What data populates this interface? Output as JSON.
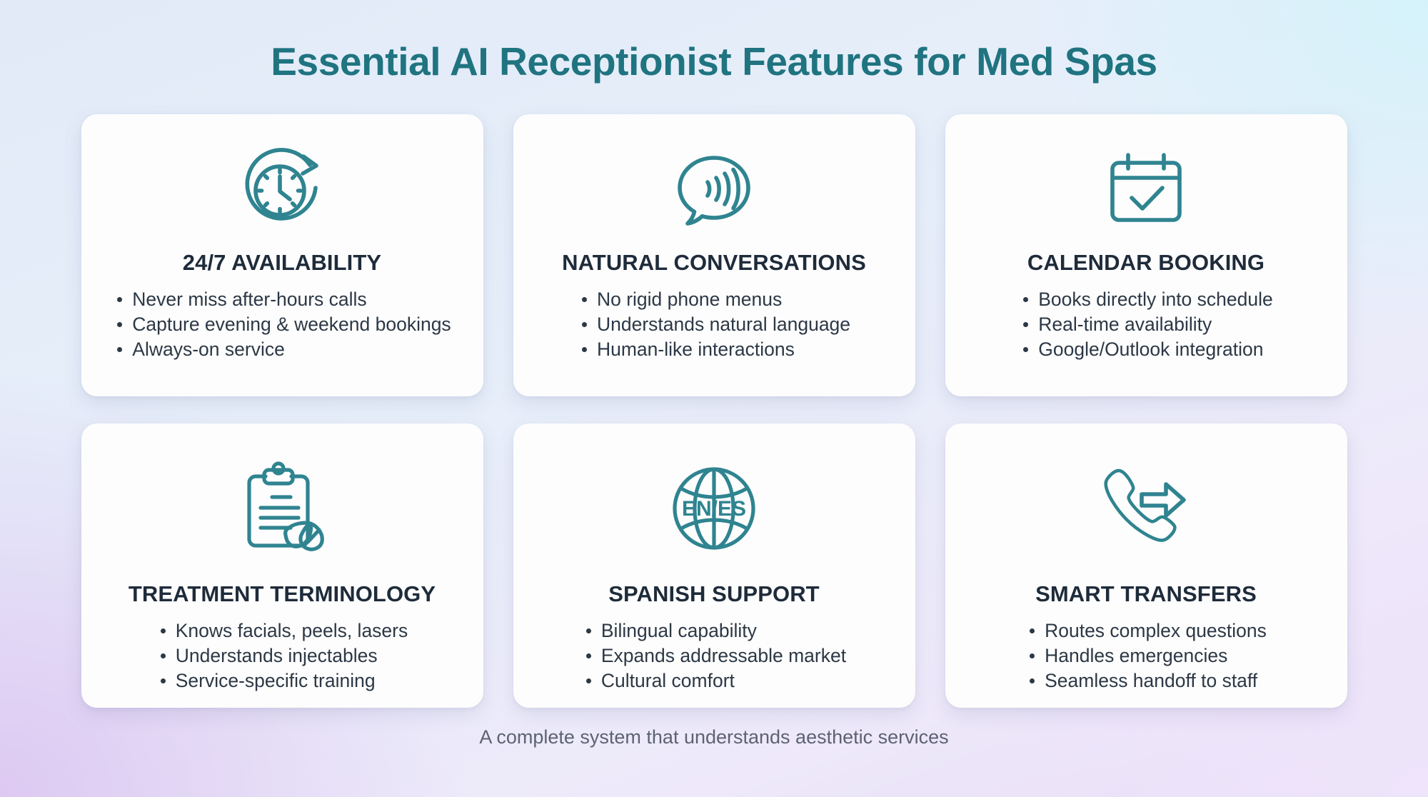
{
  "header": {
    "title": "Essential AI Receptionist Features for Med Spas",
    "title_color": "#1f7480"
  },
  "footer": {
    "text": "A complete system that understands aesthetic services"
  },
  "theme": {
    "icon_color": "#2f8490",
    "card_background": "#fdfdfd",
    "card_title_color": "#1e2b3a",
    "bullet_text_color": "#2c3845",
    "background_top_left": "#e2eaf8",
    "background_top_right": "#d5f2fa",
    "background_bottom_left": "#ddc9f2"
  },
  "cards": [
    {
      "icon": "clock-rotate-icon",
      "title": "24/7 AVAILABILITY",
      "bullets": [
        "Never miss after-hours calls",
        "Capture evening & weekend bookings",
        "Always-on service"
      ]
    },
    {
      "icon": "speech-bubble-waves-icon",
      "title": "NATURAL CONVERSATIONS",
      "bullets": [
        "No rigid phone menus",
        "Understands natural language",
        "Human-like interactions"
      ]
    },
    {
      "icon": "calendar-check-icon",
      "title": "CALENDAR BOOKING",
      "bullets": [
        "Books directly into schedule",
        "Real-time availability",
        "Google/Outlook integration"
      ]
    },
    {
      "icon": "clipboard-leaf-icon",
      "title": "TREATMENT TERMINOLOGY",
      "bullets": [
        "Knows facials, peels, lasers",
        "Understands injectables",
        "Service-specific training"
      ]
    },
    {
      "icon": "globe-language-icon",
      "title": "SPANISH SUPPORT",
      "icon_label": "EN/ES",
      "bullets": [
        "Bilingual capability",
        "Expands addressable market",
        "Cultural comfort"
      ]
    },
    {
      "icon": "phone-transfer-icon",
      "title": "SMART TRANSFERS",
      "bullets": [
        "Routes complex questions",
        "Handles emergencies",
        "Seamless handoff to staff"
      ]
    }
  ]
}
